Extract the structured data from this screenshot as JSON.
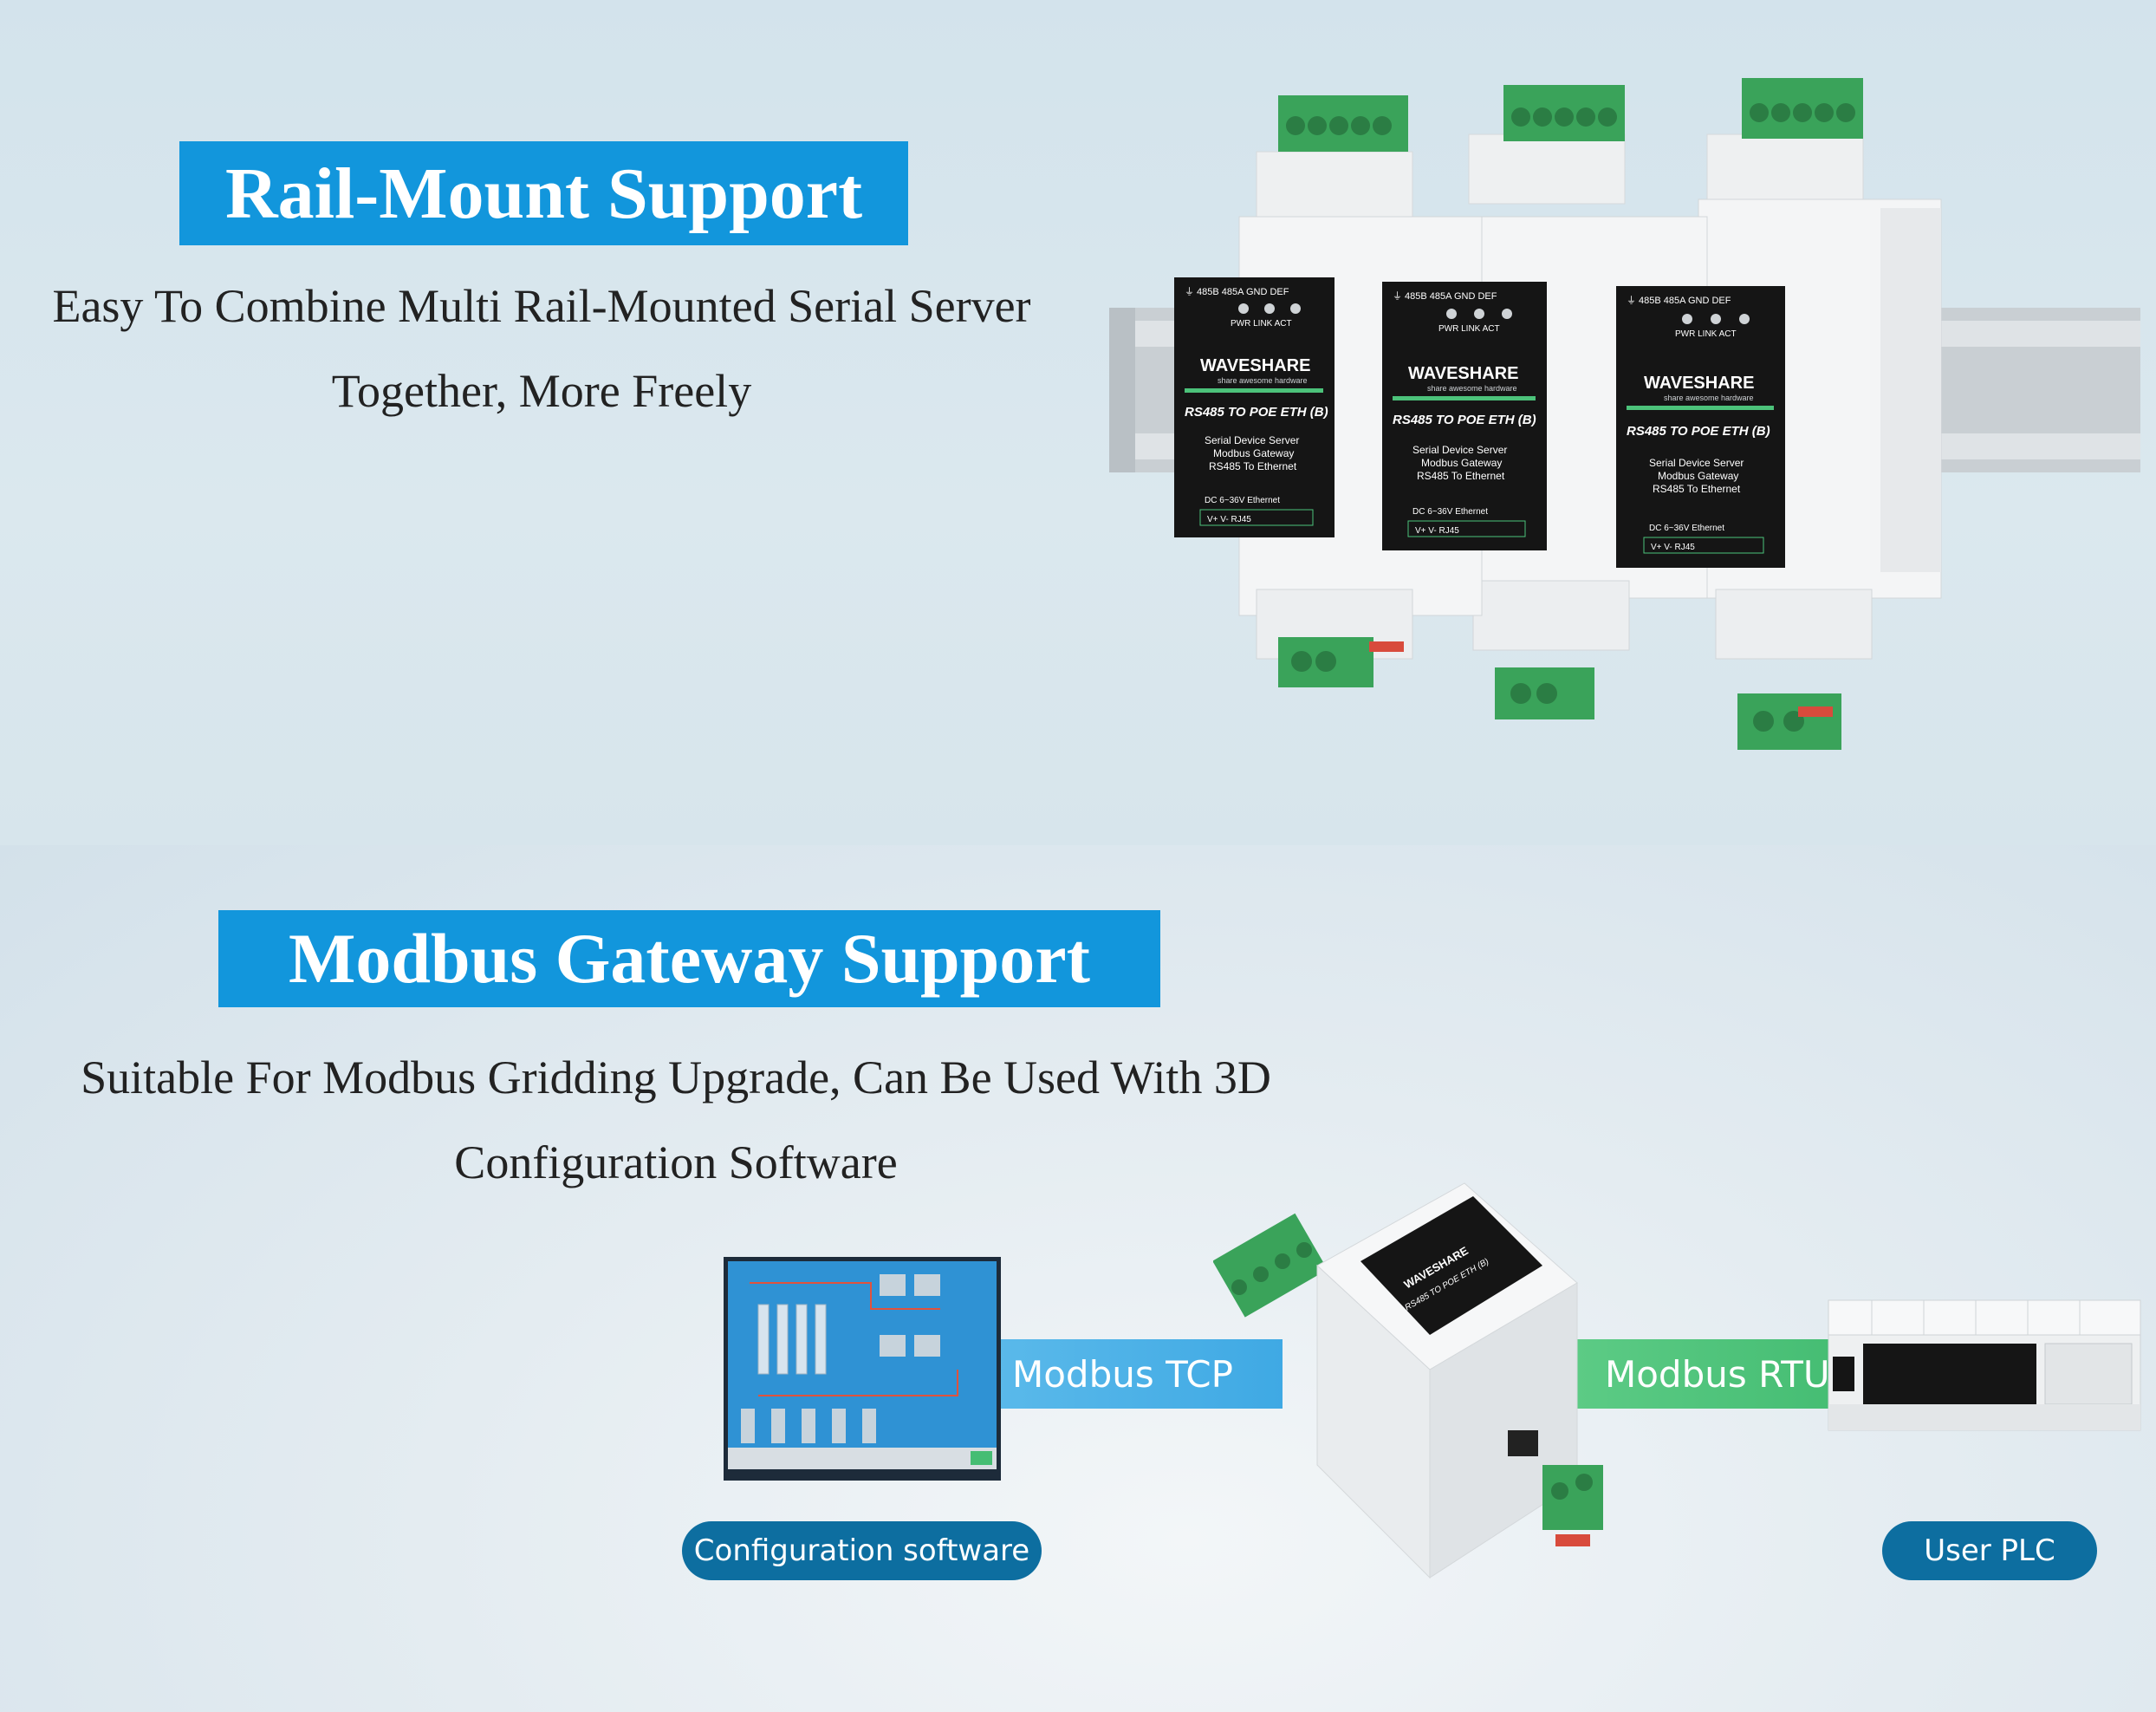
{
  "rail": {
    "title": "Rail-Mount Support",
    "subtitle_line1": "Easy To Combine Multi Rail-Mounted Serial Server",
    "subtitle_line2": "Together, More Freely"
  },
  "device_label": {
    "terminals": [
      "485B",
      "485A",
      "GND",
      "DEF"
    ],
    "leds": [
      "PWR",
      "LINK",
      "ACT"
    ],
    "brand": "WAVESHARE",
    "tagline": "share awesome hardware",
    "model": "RS485 TO POE ETH (B)",
    "desc1": "Serial Device Server",
    "desc2": "Modbus Gateway",
    "desc3": "RS485 To Ethernet",
    "power": "DC 6~36V",
    "eth": "Ethernet",
    "vplus": "V+",
    "vminus": "V-",
    "rj45": "RJ45"
  },
  "modbus": {
    "title": "Modbus Gateway Support",
    "subtitle_line1": "Suitable For Modbus Gridding Upgrade, Can Be Used With 3D",
    "subtitle_line2": "Configuration Software",
    "tcp_label": "Modbus TCP",
    "rtu_label": "Modbus RTU",
    "config_label": "Configuration software",
    "plc_label": "User PLC"
  },
  "colors": {
    "accent_blue": "#1296dc",
    "pill_blue": "#0d6ea0",
    "tcp_blue": "#4fb3e8",
    "rtu_green": "#4cc27a",
    "terminal_green": "#3aa35a"
  }
}
